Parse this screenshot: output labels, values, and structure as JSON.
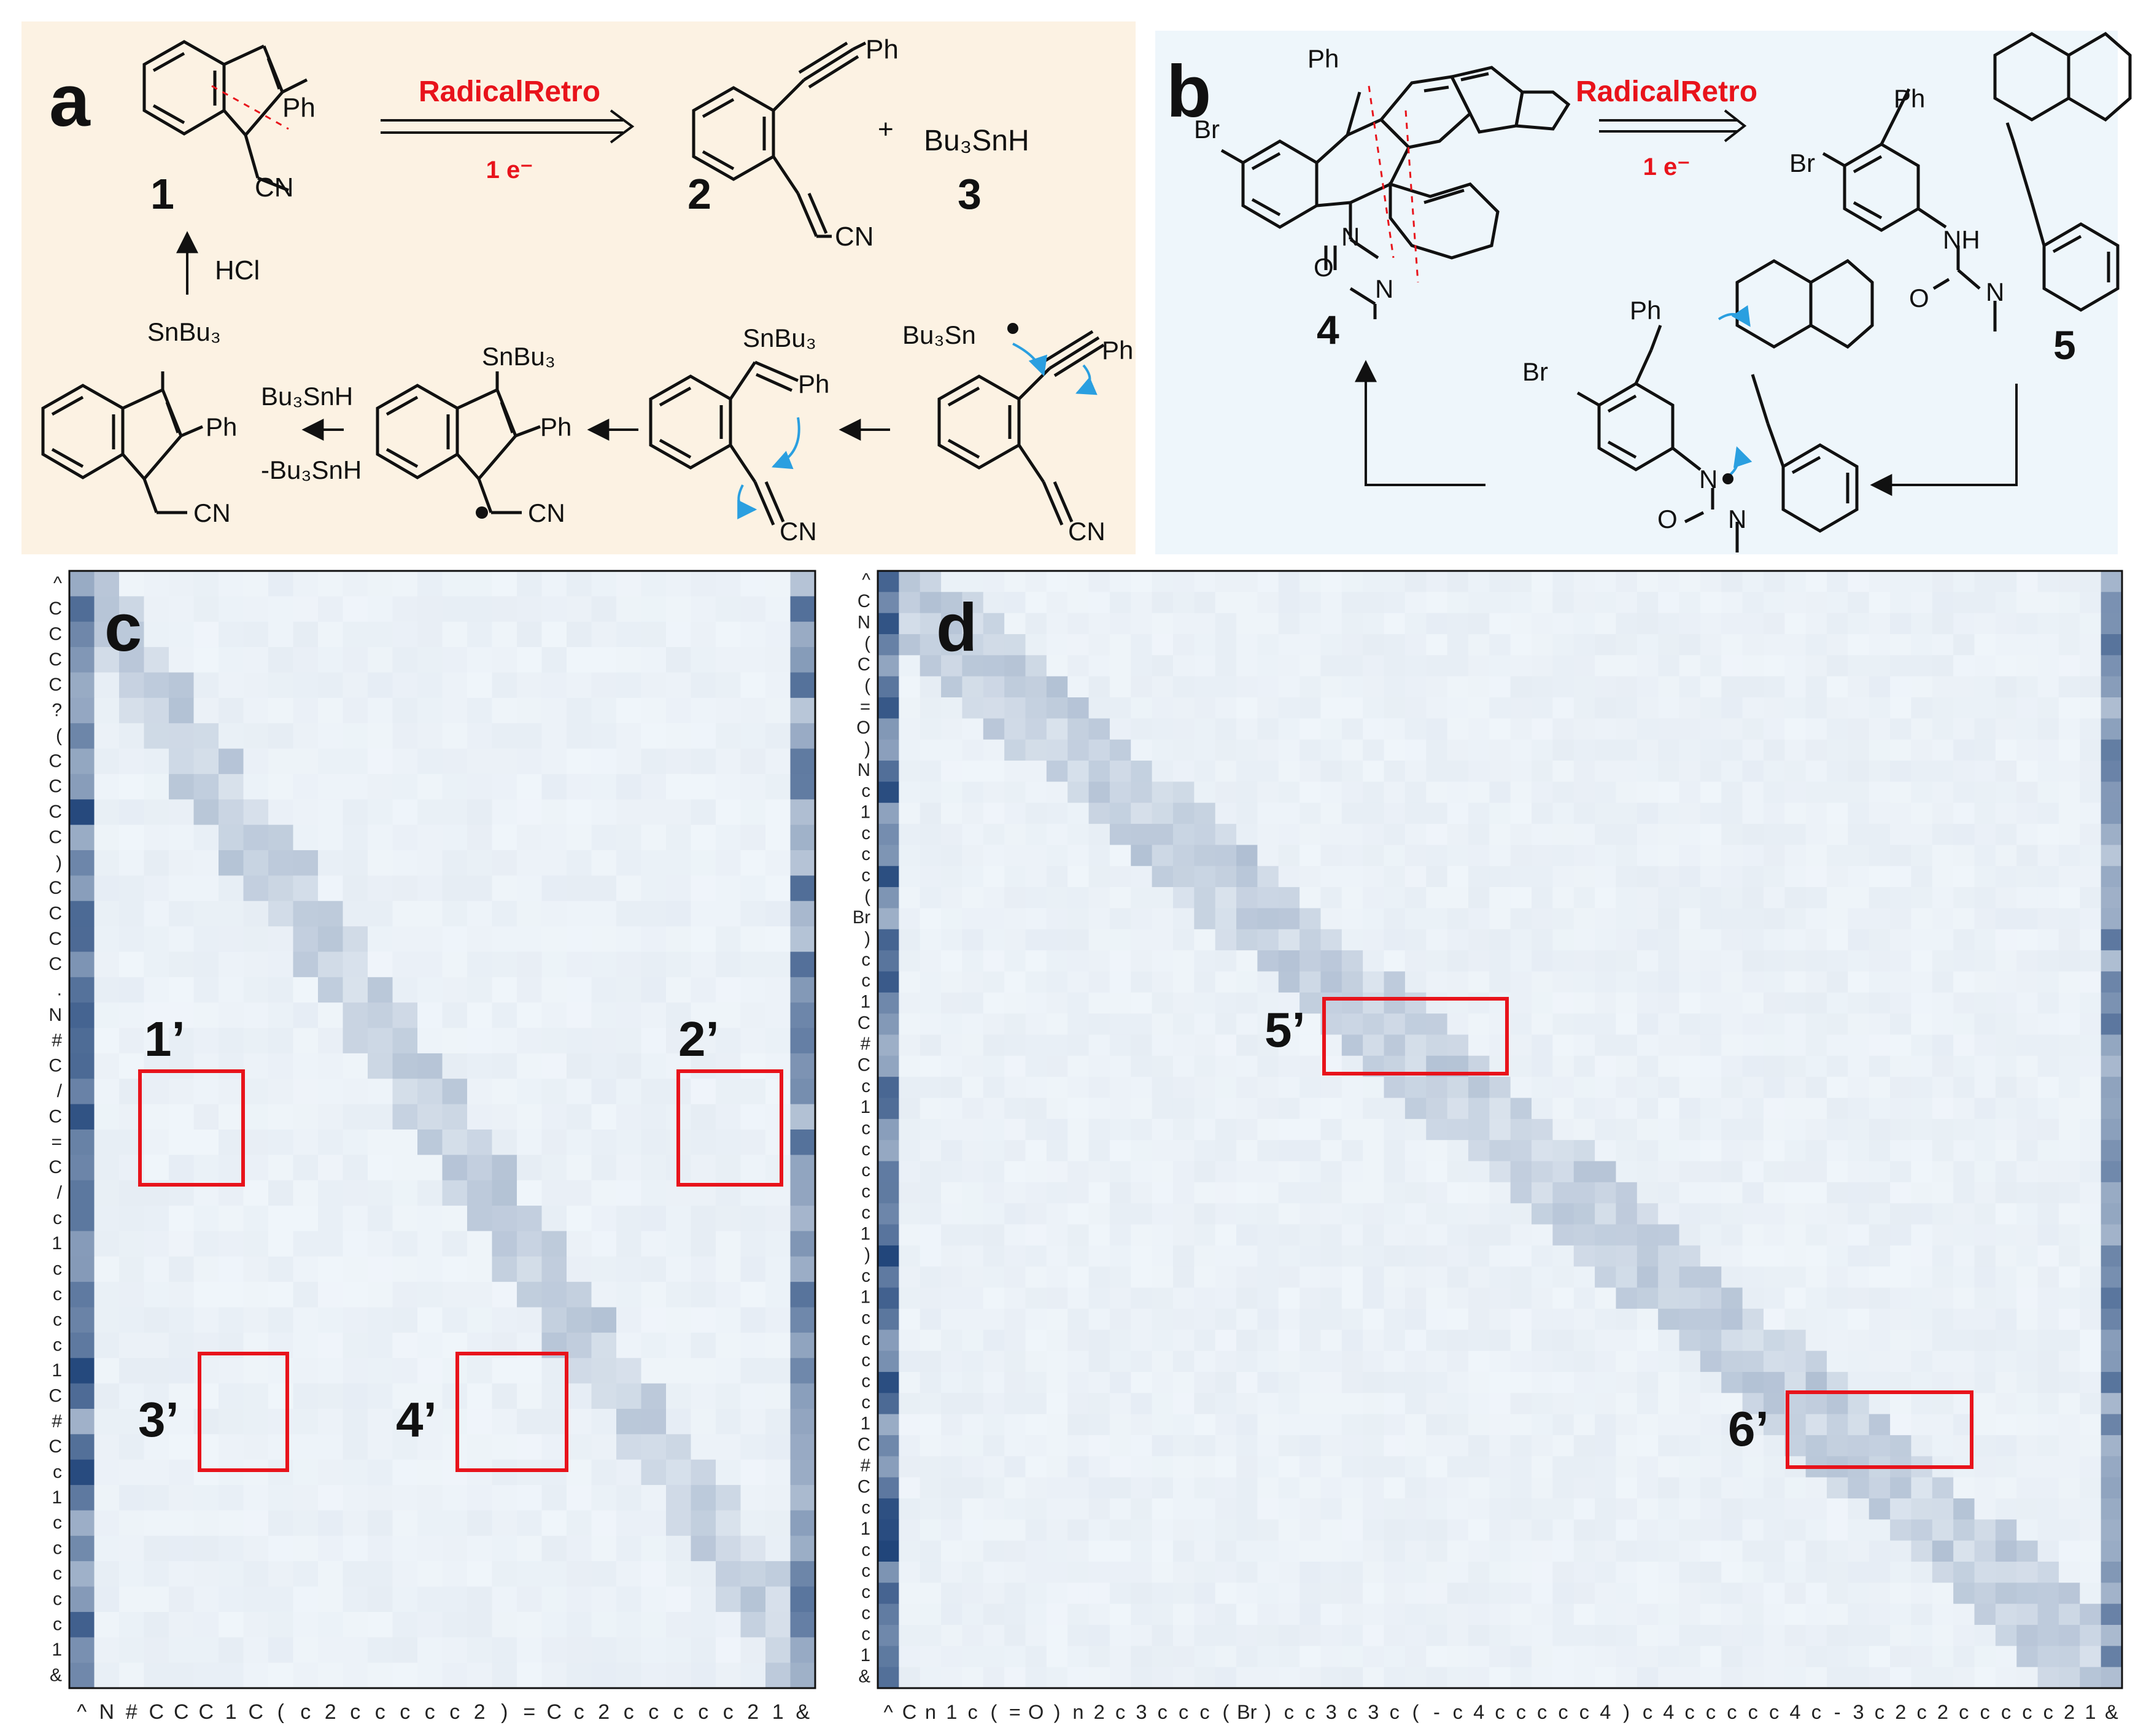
{
  "panels": {
    "a": {
      "label": "a",
      "arrow_label": "RadicalRetro",
      "arrow_sub": "1 e⁻",
      "compounds": [
        "1",
        "2",
        "3"
      ],
      "reagent": "HCl",
      "labels": {
        "ph": "Ph",
        "cn": "CN",
        "snbu3": "SnBu₃",
        "bu3snh": "Bu₃SnH",
        "minus_bu3snh": "-Bu₃SnH",
        "bu3sn": "Bu₃Sn",
        "plus": "+"
      }
    },
    "b": {
      "label": "b",
      "arrow_label": "RadicalRetro",
      "arrow_sub": "1 e⁻",
      "compounds": [
        "4",
        "5"
      ],
      "labels": {
        "ph": "Ph",
        "br": "Br",
        "n": "N",
        "o": "O",
        "nh": "NH"
      }
    },
    "c": {
      "label": "c",
      "row_tokens": [
        "^",
        "C",
        "C",
        "C",
        "C",
        "?",
        "(",
        "C",
        "C",
        "C",
        "C",
        ")",
        "C",
        "C",
        "C",
        "C",
        ".",
        "N",
        "#",
        "C",
        "/",
        "C",
        "=",
        "C",
        "/",
        "c",
        "1",
        "c",
        "c",
        "c",
        "c",
        "1",
        "C",
        "#",
        "C",
        "c",
        "1",
        "c",
        "c",
        "c",
        "c",
        "c",
        "1",
        "&"
      ],
      "col_tokens": [
        "^",
        "N",
        "#",
        "C",
        "C",
        "C",
        "1",
        "C",
        "(",
        "c",
        "2",
        "c",
        "c",
        "c",
        "c",
        "c",
        "2",
        ")",
        "=",
        "C",
        "c",
        "2",
        "c",
        "c",
        "c",
        "c",
        "c",
        "2",
        "1",
        "&"
      ],
      "highlights": [
        "1’",
        "2’",
        "3’",
        "4’"
      ]
    },
    "d": {
      "label": "d",
      "row_tokens": [
        "^",
        "C",
        "N",
        "(",
        "C",
        "(",
        "=",
        "O",
        ")",
        "N",
        "c",
        "1",
        "c",
        "c",
        "c",
        "(",
        "Br",
        ")",
        "c",
        "c",
        "1",
        "C",
        "#",
        "C",
        "c",
        "1",
        "c",
        "c",
        "c",
        "c",
        "c",
        "1",
        ")",
        "c",
        "1",
        "c",
        "c",
        "c",
        "c",
        "c",
        "1",
        "C",
        "#",
        "C",
        "c",
        "1",
        "c",
        "c",
        "c",
        "c",
        "c",
        "1",
        "&"
      ],
      "col_tokens": [
        "^",
        "C",
        "n",
        "1",
        "c",
        "(",
        "=",
        "O",
        ")",
        "n",
        "2",
        "c",
        "3",
        "c",
        "c",
        "c",
        "(",
        "Br",
        ")",
        "c",
        "c",
        "3",
        "c",
        "3",
        "c",
        "(",
        "-",
        "c",
        "4",
        "c",
        "c",
        "c",
        "c",
        "c",
        "4",
        ")",
        "c",
        "4",
        "c",
        "c",
        "c",
        "c",
        "c",
        "4",
        "c",
        "-",
        "3",
        "c",
        "2",
        "c",
        "2",
        "c",
        "c",
        "c",
        "c",
        "c",
        "2",
        "1",
        "&"
      ],
      "highlights": [
        "5’",
        "6’"
      ]
    }
  },
  "colors": {
    "panel_a_bg": "#fcf2e3",
    "panel_b_bg": "#eef6fb",
    "accent_red": "#e8131b",
    "curly_arrow": "#2a9fe0",
    "heat_low": "#f4f9fd",
    "heat_high": "#08306b"
  }
}
